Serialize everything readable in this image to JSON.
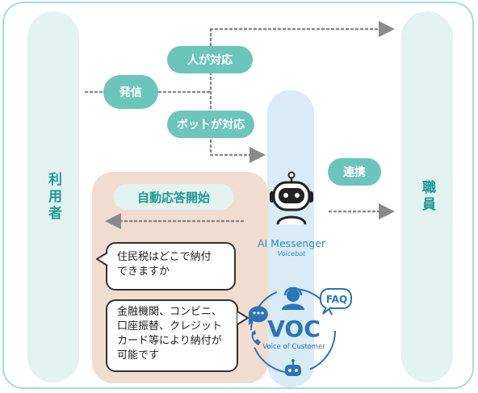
{
  "left_column": {
    "label": "利用者"
  },
  "right_column": {
    "label": "職員"
  },
  "bubbles": {
    "send": "発信",
    "human": "人が対応",
    "bot": "ボットが対応",
    "link": "連携"
  },
  "panel": {
    "title": "自動応答開始",
    "question": "住民税はどこで納付\nできますか",
    "answer": "金融機関、コンビニ、\n口座振替、クレジット\nカード等により納付が\n可能です"
  },
  "ai_messenger": {
    "title": "AI Messenger",
    "subtitle": "Voicebot"
  },
  "voc": {
    "title": "VOC",
    "subtitle": "Voice of Customer",
    "faq": "FAQ"
  },
  "colors": {
    "teal": "#6cc5bb",
    "teal_dark": "#1f9a91",
    "peach": "#f0ddcf",
    "blue": "#2d8ccb"
  }
}
